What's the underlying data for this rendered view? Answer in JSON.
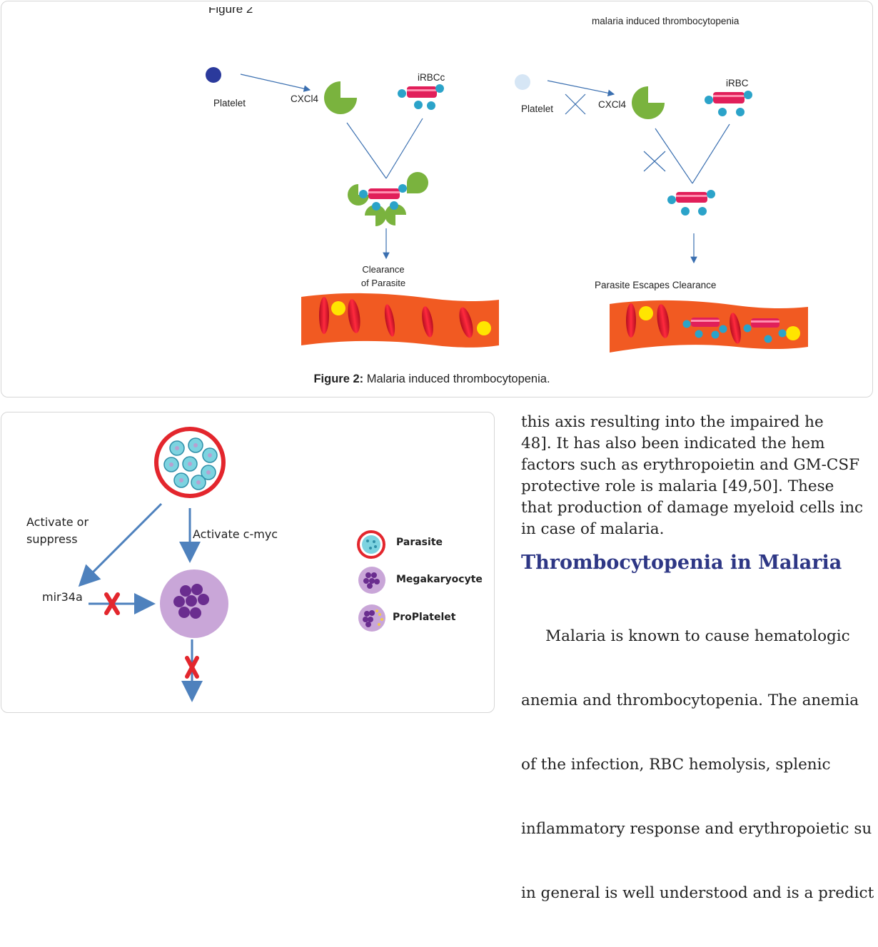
{
  "figure2": {
    "top_cut_label": "Figure 2",
    "top_right_title": "malaria induced thrombocytopenia",
    "left_panel": {
      "platelet_label": "Platelet",
      "cxcl4_label": "CXCl4",
      "irbc_label": "iRBCc",
      "clearance_label_line1": "Clearance",
      "clearance_label_line2": "of Parasite"
    },
    "right_panel": {
      "platelet_label": "Platelet",
      "cxcl4_label": "CXCl4",
      "irbc_label": "iRBC",
      "escape_label": "Parasite Escapes Clearance"
    },
    "caption_prefix": "Figure 2:",
    "caption_text": " Malaria induced thrombocytopenia.",
    "colors": {
      "platelet_dark": "#2b3a9c",
      "platelet_light": "#d6e6f5",
      "cxcl4_green": "#7ab33e",
      "rbc_red": "#e0142c",
      "blood_orange": "#f15a22",
      "parasite_teal": "#2ba3c9",
      "yellow": "#ffe500",
      "arrow_blue": "#3a6fb0"
    }
  },
  "figure3": {
    "activate_or_label": "Activate or",
    "suppress_label": "suppress",
    "activate_cmyc_label": "Activate c-myc",
    "mir34a_label": "mir34a",
    "legend": [
      {
        "icon": "parasite-icon",
        "label": "Parasite"
      },
      {
        "icon": "megakaryocyte-icon",
        "label": "Megakaryocyte"
      },
      {
        "icon": "proplatelet-icon",
        "label": "ProPlatelet"
      }
    ],
    "colors": {
      "arrow_blue": "#4e81bd",
      "x_red": "#e3262d",
      "megakaryocyte_purple": "#c9a6d8",
      "nucleus_purple": "#6a2d8f"
    }
  },
  "body_text": {
    "para1_lines": [
      "this axis resulting into the impaired he",
      "48].  It has also been indicated the hem",
      "factors  such as erythropoietin and GM-CSF",
      "protective role is malaria [49,50]. These",
      "that production of damage myeloid cells inc",
      "in case of malaria."
    ],
    "heading": "Thrombocytopenia in Malaria",
    "para2_lines": [
      "     Malaria is known to cause hematologic",
      "anemia and thrombocytopenia. The anemia",
      "of the infection, RBC hemolysis, splenic",
      "inflammatory response and erythropoietic su",
      "in general is well understood and is a predict"
    ]
  }
}
